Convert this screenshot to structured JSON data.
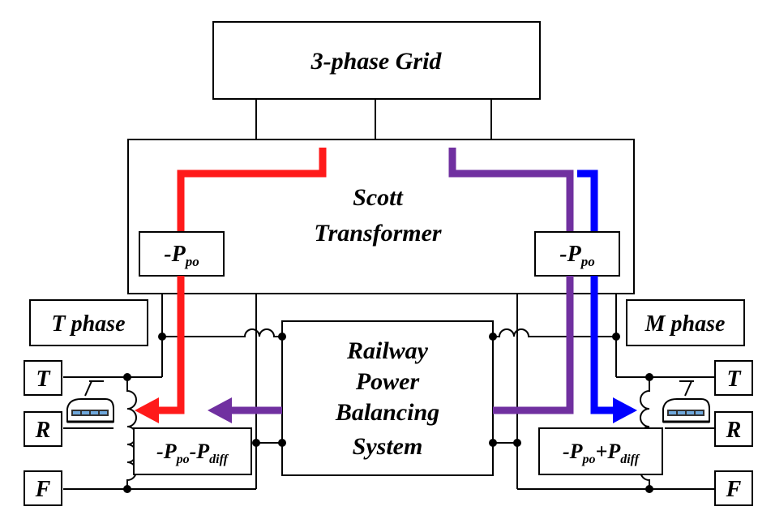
{
  "grid": {
    "label": "3-phase Grid"
  },
  "transformer": {
    "line1": "Scott",
    "line2": "Transformer"
  },
  "rpbs": {
    "line1": "Railway",
    "line2": "Power",
    "line3": "Balancing",
    "line4": "System"
  },
  "left": {
    "phase_label": "T phase",
    "power_box": {
      "main": "-P",
      "sub": "po"
    },
    "load_box": {
      "p1": "-P",
      "s1": "po",
      "p2": "-P",
      "s2": "diff"
    },
    "terminals": [
      "T",
      "R",
      "F"
    ]
  },
  "right": {
    "phase_label": "M phase",
    "power_box": {
      "main": "-P",
      "sub": "po"
    },
    "load_box": {
      "p1": "-P",
      "s1": "po",
      "p2": "+P",
      "s2": "diff"
    },
    "terminals": [
      "T",
      "R",
      "F"
    ]
  },
  "colors": {
    "red_flow": "#ff1a1a",
    "purple_flow": "#7030a0",
    "blue_flow": "#0000ff",
    "line": "#000000"
  }
}
